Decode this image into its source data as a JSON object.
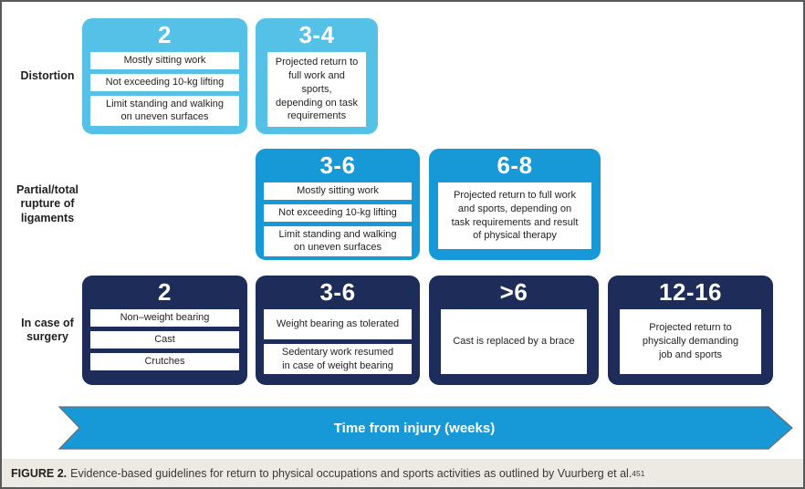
{
  "figure": {
    "caption": {
      "label": "FIGURE 2.",
      "text": "Evidence-based guidelines for return to physical occupations and sports activities as outlined by Vuurberg et al.",
      "ref": "451"
    },
    "arrow": {
      "label": "Time from injury (weeks)"
    }
  },
  "colors": {
    "distortion_blue": "#55c1e6",
    "rupture_blue": "#1799d7",
    "surgery_navy": "#1e2c5a",
    "caption_bg": "#edeae3",
    "border_gray": "#58595b"
  },
  "rows": [
    {
      "label": "Distortion",
      "boxes": [
        {
          "weeks": "2",
          "items": [
            "Mostly sitting work",
            "Not exceeding 10-kg lifting",
            "Limit standing and walking\non uneven surfaces"
          ]
        },
        {
          "weeks": "3-4",
          "note": "Projected return to\nfull work and sports,\ndepending on task\nrequirements"
        }
      ]
    },
    {
      "label": "Partial/total\nrupture of\nligaments",
      "boxes": [
        {
          "weeks": "3-6",
          "items": [
            "Mostly sitting work",
            "Not exceeding 10-kg lifting",
            "Limit standing and walking\non uneven surfaces"
          ]
        },
        {
          "weeks": "6-8",
          "note": "Projected return to full work\nand sports, depending on\ntask requirements and result\nof physical therapy"
        }
      ]
    },
    {
      "label": "In case of\nsurgery",
      "boxes": [
        {
          "weeks": "2",
          "items": [
            "Non–weight bearing",
            "Cast",
            "Crutches"
          ]
        },
        {
          "weeks": "3-6",
          "items": [
            "Weight bearing as tolerated",
            "Sedentary work resumed\nin case of weight bearing"
          ]
        },
        {
          "weeks": ">6",
          "note": "Cast is replaced by a brace"
        },
        {
          "weeks": "12-16",
          "note": "Projected return to\nphysically demanding\njob and sports"
        }
      ]
    }
  ]
}
